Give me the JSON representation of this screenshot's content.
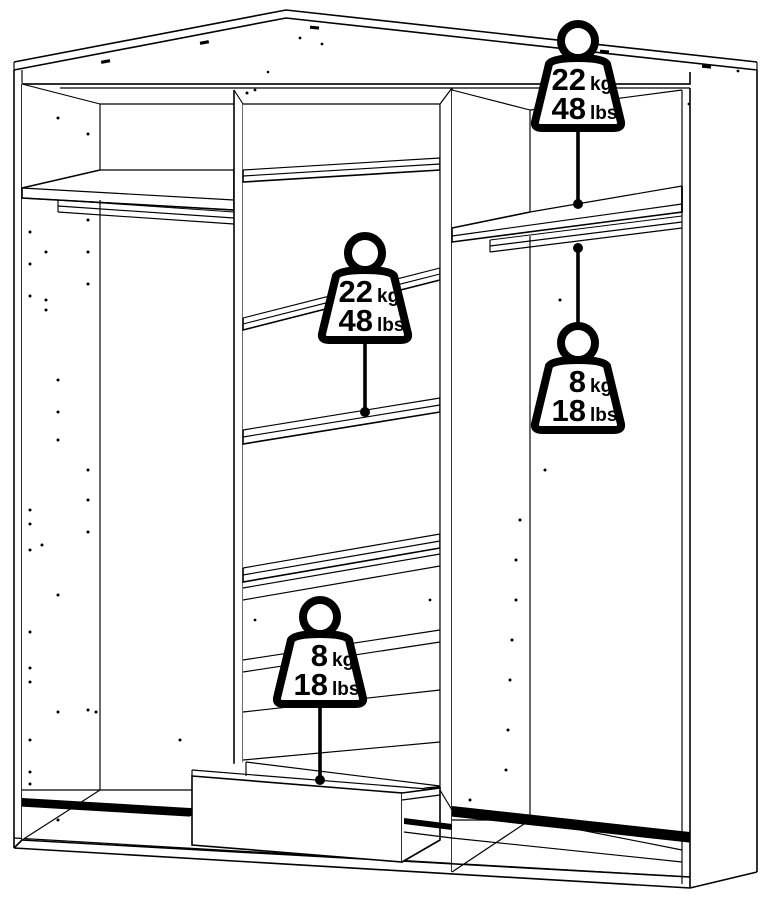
{
  "diagram": {
    "title": "Wardrobe load capacity diagram",
    "product": "3-bay wardrobe carcass with shelves, hanging rails and drawer",
    "view": "front three-quarter isometric, doors removed",
    "line_color": "#000000",
    "fill_color": "#ffffff"
  },
  "weight_labels": [
    {
      "id": "shelf-right-top",
      "value_kg": "22",
      "unit_kg": "kg",
      "value_lbs": "48",
      "unit_lbs": "lbs",
      "target": "right-bay-top-shelf"
    },
    {
      "id": "shelf-middle",
      "value_kg": "22",
      "unit_kg": "kg",
      "value_lbs": "48",
      "unit_lbs": "lbs",
      "target": "middle-bay-shelf"
    },
    {
      "id": "rail-right",
      "value_kg": "8",
      "unit_kg": "kg",
      "value_lbs": "18",
      "unit_lbs": "lbs",
      "target": "right-bay-hanging-rail"
    },
    {
      "id": "drawer-bottom",
      "value_kg": "8",
      "unit_kg": "kg",
      "value_lbs": "18",
      "unit_lbs": "lbs",
      "target": "bottom-drawer"
    }
  ],
  "components": {
    "left_bay": {
      "name": "left bay",
      "shelf_count": "1",
      "hanging_rail": "1"
    },
    "middle_bay": {
      "name": "middle bay",
      "shelf_count": "4",
      "drawer_count": "1"
    },
    "right_bay": {
      "name": "right bay",
      "shelf_count": "1",
      "hanging_rail": "1"
    }
  }
}
